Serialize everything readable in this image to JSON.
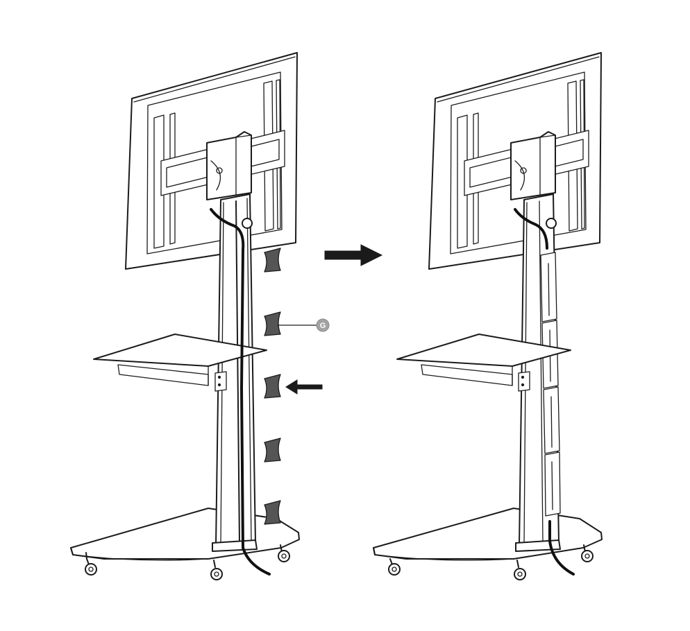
{
  "diagram": {
    "callouts": [
      {
        "label": "G",
        "color": "#a3a3a3"
      }
    ],
    "clip_count": 5,
    "arrows": [
      {
        "meaning": "step-transition"
      },
      {
        "meaning": "insert-clip"
      }
    ]
  }
}
